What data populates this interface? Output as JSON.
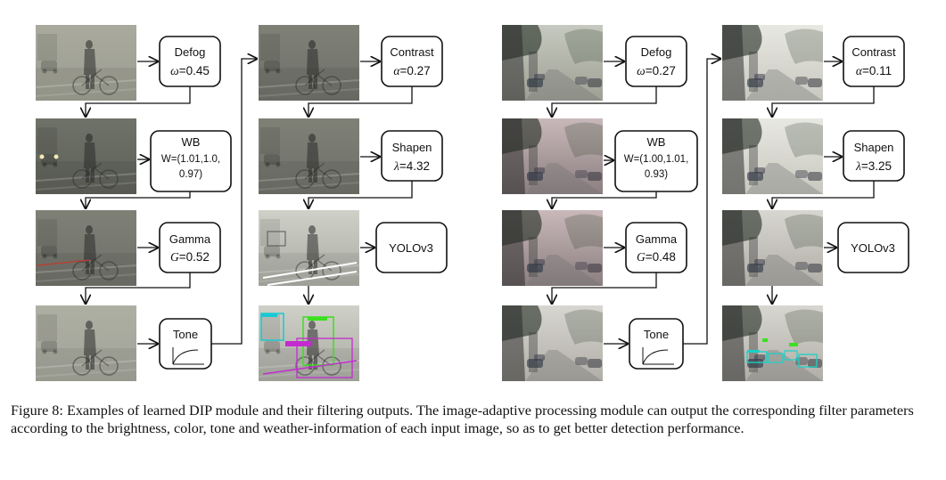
{
  "figure": {
    "caption": "Figure 8: Examples of learned DIP module and their filtering outputs. The image-adaptive processing module can output the corresponding filter parameters according to the brightness, color, tone and weather-information of each input image, so as to get better detection performance."
  },
  "panels": [
    {
      "id": "left",
      "scene": "foggy street with cyclist",
      "modules": {
        "defog": {
          "name": "Defog",
          "param_symbol": "ω",
          "param_value": "=0.45"
        },
        "wb": {
          "name": "WB",
          "param_line1": "W=(1.01,1.0,",
          "param_line2": "0.97)"
        },
        "gamma": {
          "name": "Gamma",
          "param_symbol": "G",
          "param_value": "=0.52"
        },
        "tone": {
          "name": "Tone"
        },
        "contrast": {
          "name": "Contrast",
          "param_symbol": "α",
          "param_value": "=0.27"
        },
        "sharpen": {
          "name": "Shapen",
          "param_symbol": "λ",
          "param_value": "=4.32"
        },
        "detector": {
          "name": "YOLOv3"
        }
      }
    },
    {
      "id": "right",
      "scene": "foggy tree-lined street with parked cars",
      "modules": {
        "defog": {
          "name": "Defog",
          "param_symbol": "ω",
          "param_value": "=0.27"
        },
        "wb": {
          "name": "WB",
          "param_line1": "W=(1.00,1.01,",
          "param_line2": "0.93)"
        },
        "gamma": {
          "name": "Gamma",
          "param_symbol": "G",
          "param_value": "=0.48"
        },
        "tone": {
          "name": "Tone"
        },
        "contrast": {
          "name": "Contrast",
          "param_symbol": "α",
          "param_value": "=0.11"
        },
        "sharpen": {
          "name": "Shapen",
          "param_symbol": "λ",
          "param_value": "=3.25"
        },
        "detector": {
          "name": "YOLOv3"
        }
      }
    }
  ]
}
